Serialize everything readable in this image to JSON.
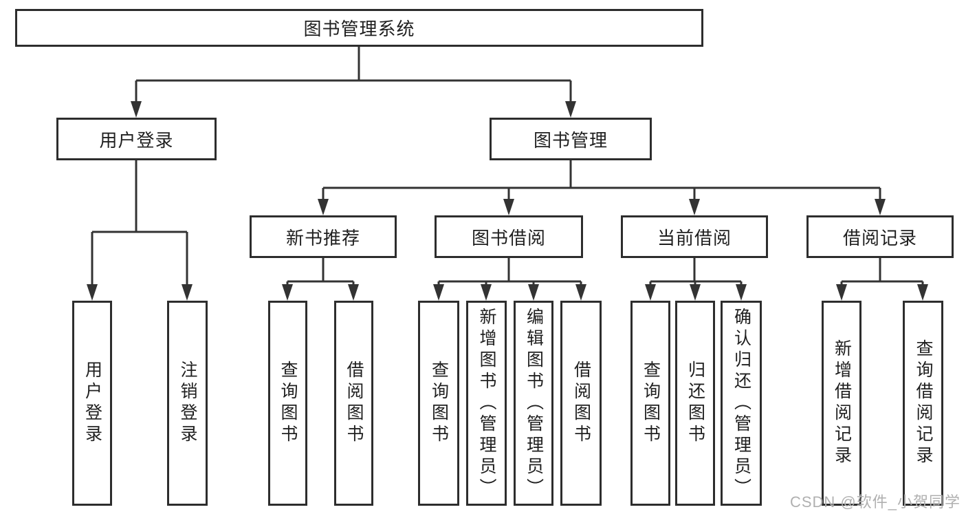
{
  "nodes": {
    "root": "图书管理系统",
    "user_login": "用户登录",
    "book_mgmt": "图书管理",
    "new_books": "新书推荐",
    "book_borrow": "图书借阅",
    "current_borrow": "当前借阅",
    "borrow_records": "借阅记录",
    "user_login_leaf": "用户登录",
    "logout_leaf": "注销登录",
    "nb_query": "查询图书",
    "nb_borrow": "借阅图书",
    "bb_query": "查询图书",
    "bb_add": "新增图书（管理员）",
    "bb_edit": "编辑图书（管理员）",
    "bb_borrow": "借阅图书",
    "cb_query": "查询图书",
    "cb_return": "归还图书",
    "cb_confirm": "确认归还（管理员）",
    "br_add": "新增借阅记录",
    "br_query": "查询借阅记录"
  },
  "hierarchy": {
    "图书管理系统": [
      "用户登录",
      "图书管理"
    ],
    "用户登录": [
      "用户登录",
      "注销登录"
    ],
    "图书管理": [
      "新书推荐",
      "图书借阅",
      "当前借阅",
      "借阅记录"
    ],
    "新书推荐": [
      "查询图书",
      "借阅图书"
    ],
    "图书借阅": [
      "查询图书",
      "新增图书（管理员）",
      "编辑图书（管理员）",
      "借阅图书"
    ],
    "当前借阅": [
      "查询图书",
      "归还图书",
      "确认归还（管理员）"
    ],
    "借阅记录": [
      "新增借阅记录",
      "查询借阅记录"
    ]
  },
  "watermark": "CSDN @软件_小贺同学",
  "colors": {
    "background": "#ffffff",
    "line": "#333333",
    "box_border": "#2d2d2d",
    "text": "#1f1f1f",
    "watermark": "#b0b0b0"
  }
}
